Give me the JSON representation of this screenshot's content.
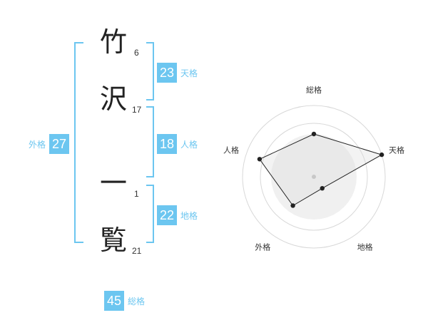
{
  "name": {
    "characters": [
      {
        "char": "竹",
        "strokes": "6"
      },
      {
        "char": "沢",
        "strokes": "17"
      },
      {
        "char": "一",
        "strokes": "1"
      },
      {
        "char": "覧",
        "strokes": "21"
      }
    ]
  },
  "fortunes": {
    "tenkaku": {
      "label": "天格",
      "value": "23"
    },
    "jinkaku": {
      "label": "人格",
      "value": "18"
    },
    "chikaku": {
      "label": "地格",
      "value": "22"
    },
    "gaikaku": {
      "label": "外格",
      "value": "27"
    },
    "soukaku": {
      "label": "総格",
      "value": "45"
    }
  },
  "colors": {
    "accent": "#6cc6f0",
    "radar_fill": "#f0f0f0",
    "radar_line": "#222222"
  },
  "chart_data": {
    "type": "radar",
    "axes": [
      "総格",
      "天格",
      "地格",
      "外格",
      "人格"
    ],
    "values": [
      0.6,
      1.0,
      0.2,
      0.5,
      0.8
    ],
    "range": [
      0,
      1
    ],
    "rings": 4,
    "grid": true
  }
}
